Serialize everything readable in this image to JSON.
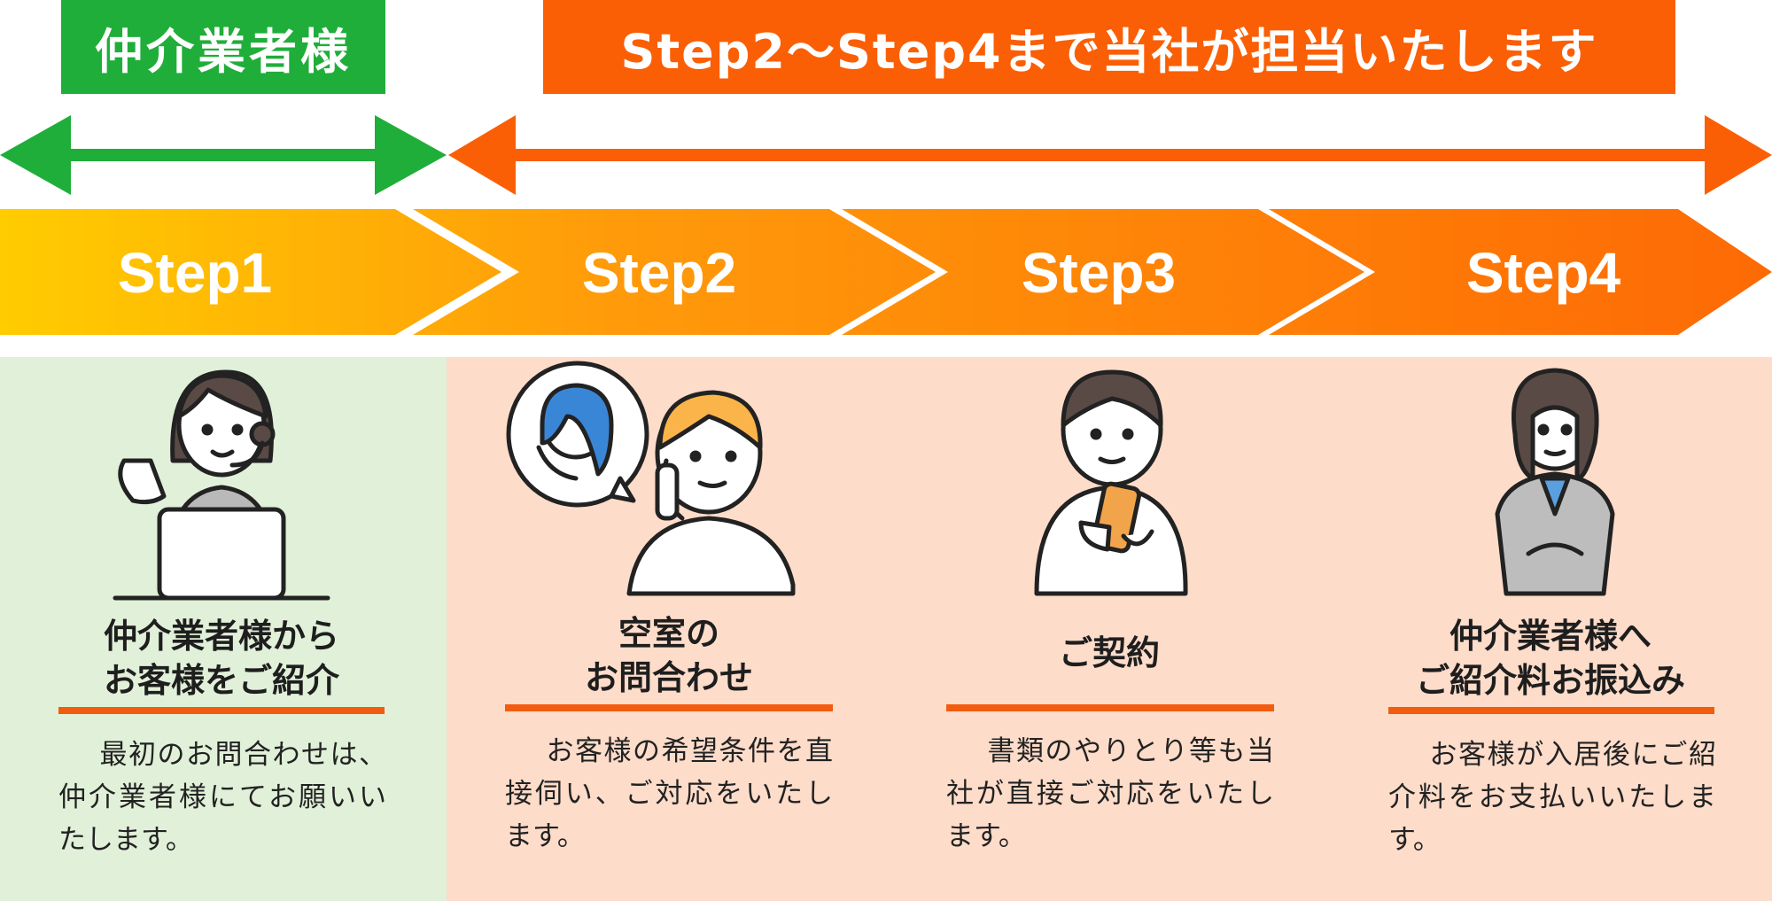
{
  "labels": {
    "agent": "仲介業者様",
    "company": "Step2〜Step4まで当社が担当いたします"
  },
  "colors": {
    "agent_green": "#1fae3a",
    "company_orange": "#fa5f05",
    "agent_panel": "#e1f0d8",
    "company_panel": "#fddcca",
    "underline": "#f25c0f"
  },
  "steps": [
    {
      "label": "Step1",
      "title": [
        "仲介業者様から",
        "お客様をご紹介"
      ],
      "desc": "最初のお問合わせは、仲介業者様にてお願いいたします。",
      "icon": "operator-headset-laptop-icon"
    },
    {
      "label": "Step2",
      "title": [
        "空室の",
        "お問合わせ"
      ],
      "desc": "お客様の希望条件を直接伺い、ご対応をいたします。",
      "icon": "phone-call-icon"
    },
    {
      "label": "Step3",
      "title": [
        "ご契約"
      ],
      "desc": "書類のやりとり等も当社が直接ご対応をいたします。",
      "icon": "smartphone-user-icon"
    },
    {
      "label": "Step4",
      "title": [
        "仲介業者様へ",
        "ご紹介料お振込み"
      ],
      "desc": "お客様が入居後にご紹介料をお支払いいたします。",
      "icon": "bowing-businesswoman-icon"
    }
  ]
}
